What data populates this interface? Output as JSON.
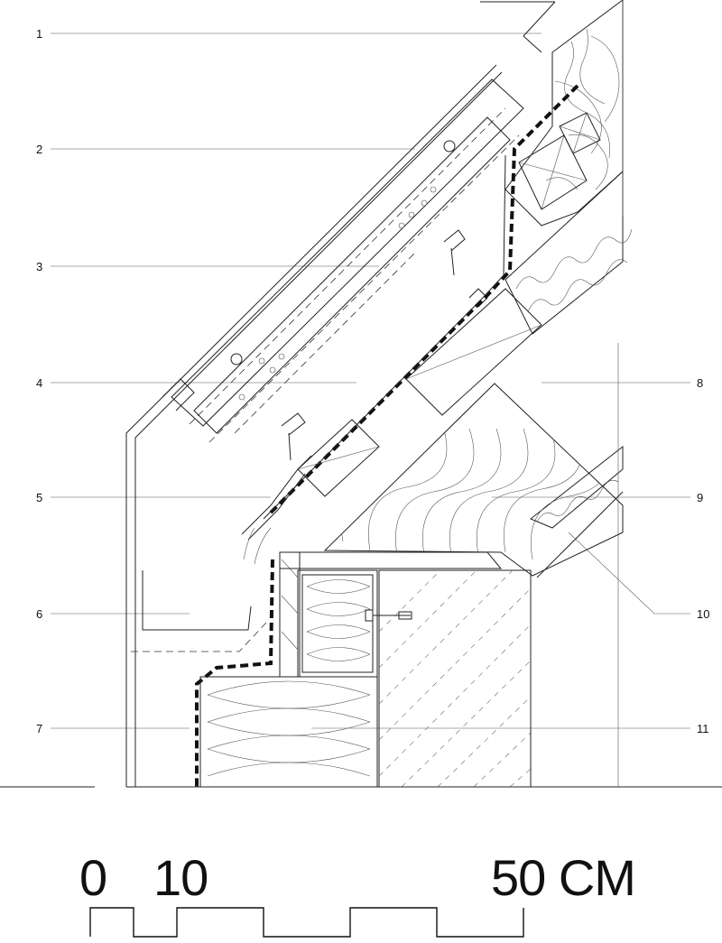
{
  "callouts_left": [
    {
      "id": "c1",
      "label": "1"
    },
    {
      "id": "c2",
      "label": "2"
    },
    {
      "id": "c3",
      "label": "3"
    },
    {
      "id": "c4",
      "label": "4"
    },
    {
      "id": "c5",
      "label": "5"
    },
    {
      "id": "c6",
      "label": "6"
    },
    {
      "id": "c7",
      "label": "7"
    }
  ],
  "callouts_right": [
    {
      "id": "c8",
      "label": "8"
    },
    {
      "id": "c9",
      "label": "9"
    },
    {
      "id": "c10",
      "label": "10"
    },
    {
      "id": "c11",
      "label": "11"
    }
  ],
  "scale_bar": {
    "label_start": "0",
    "label_mid": "10",
    "label_end": "50 CM"
  }
}
